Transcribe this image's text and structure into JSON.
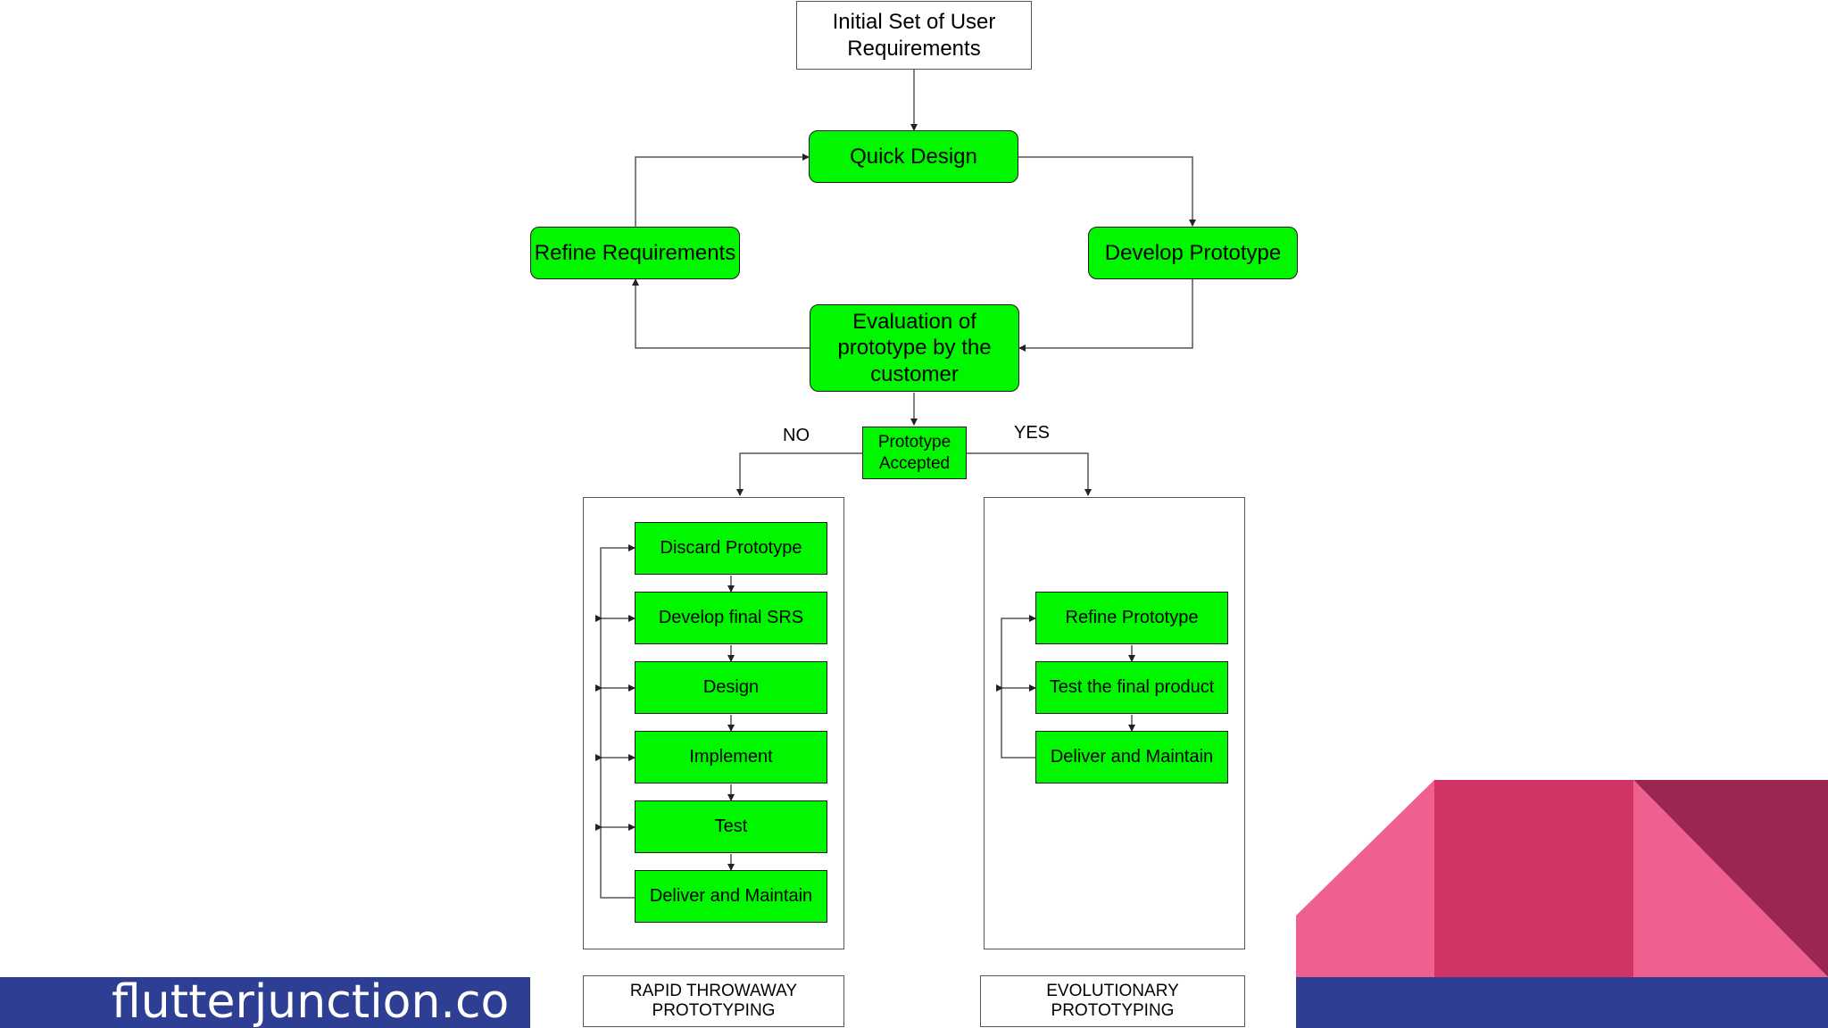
{
  "diagram": {
    "start": "Initial Set of User Requirements",
    "quick_design": "Quick Design",
    "refine_requirements": "Refine Requirements",
    "develop_prototype": "Develop Prototype",
    "evaluation": "Evaluation of prototype by the customer",
    "decision": "Prototype Accepted",
    "no_label": "NO",
    "yes_label": "YES",
    "throwaway_steps": [
      "Discard Prototype",
      "Develop final SRS",
      "Design",
      "Implement",
      "Test",
      "Deliver and Maintain"
    ],
    "evolutionary_steps": [
      "Refine Prototype",
      "Test the final product",
      "Deliver and Maintain"
    ],
    "throwaway_caption": "RAPID THROWAWAY PROTOTYPING",
    "evolutionary_caption": "EVOLUTIONARY PROTOTYPING"
  },
  "branding": {
    "site": "flutterjunction.co"
  },
  "colors": {
    "node_green": "#00f700",
    "banner_blue": "#2e3e92",
    "pink": "#ef608f",
    "magenta": "#d13464",
    "maroon": "#9b2651"
  }
}
